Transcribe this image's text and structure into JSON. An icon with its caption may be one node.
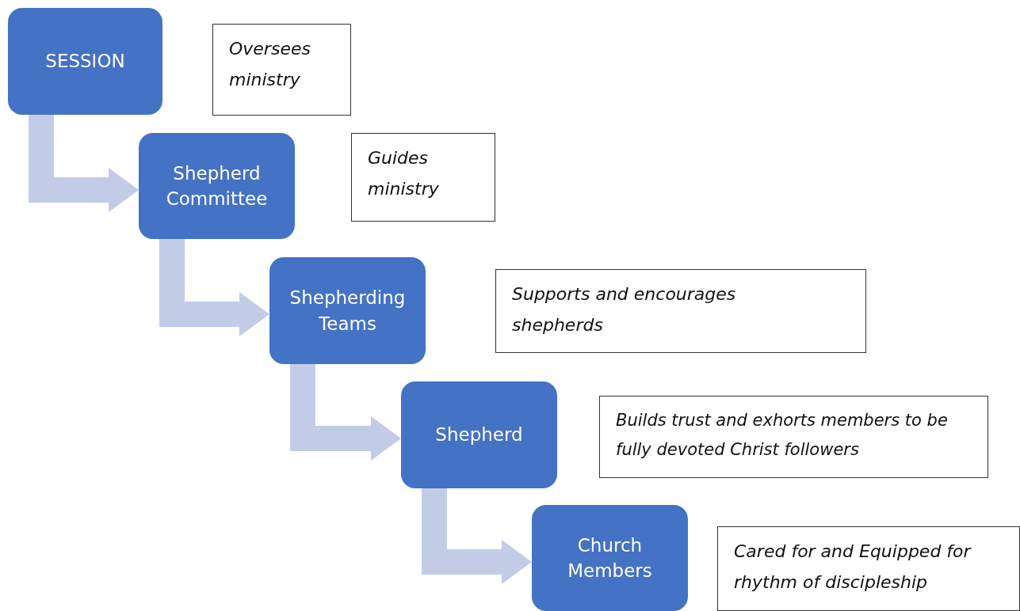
{
  "diagram": {
    "nodes": [
      {
        "text": [
          "SESSION"
        ]
      },
      {
        "text": [
          "Oversees ministry"
        ]
      },
      {
        "text": [
          "Shepherd Committee"
        ]
      },
      {
        "text": [
          "Guides ministry"
        ]
      },
      {
        "text": [
          "Shepherding Teams"
        ]
      },
      {
        "text": [
          "Supports and encourages shepherds"
        ]
      },
      {
        "text": [
          "Shepherd"
        ]
      },
      {
        "text": [
          "Builds trust and exhorts members to be fully devoted Christ followers"
        ]
      },
      {
        "text": [
          "Church Members"
        ]
      },
      {
        "text": [
          "Cared for and Equipped for rhythm of discipleship"
        ]
      }
    ],
    "edges": [
      {
        "from": 0,
        "to": 2,
        "arrow": "to"
      },
      {
        "from": 2,
        "to": 4,
        "arrow": "to"
      },
      {
        "from": 4,
        "to": 6,
        "arrow": "to"
      },
      {
        "from": 6,
        "to": 8,
        "arrow": "to"
      }
    ]
  }
}
